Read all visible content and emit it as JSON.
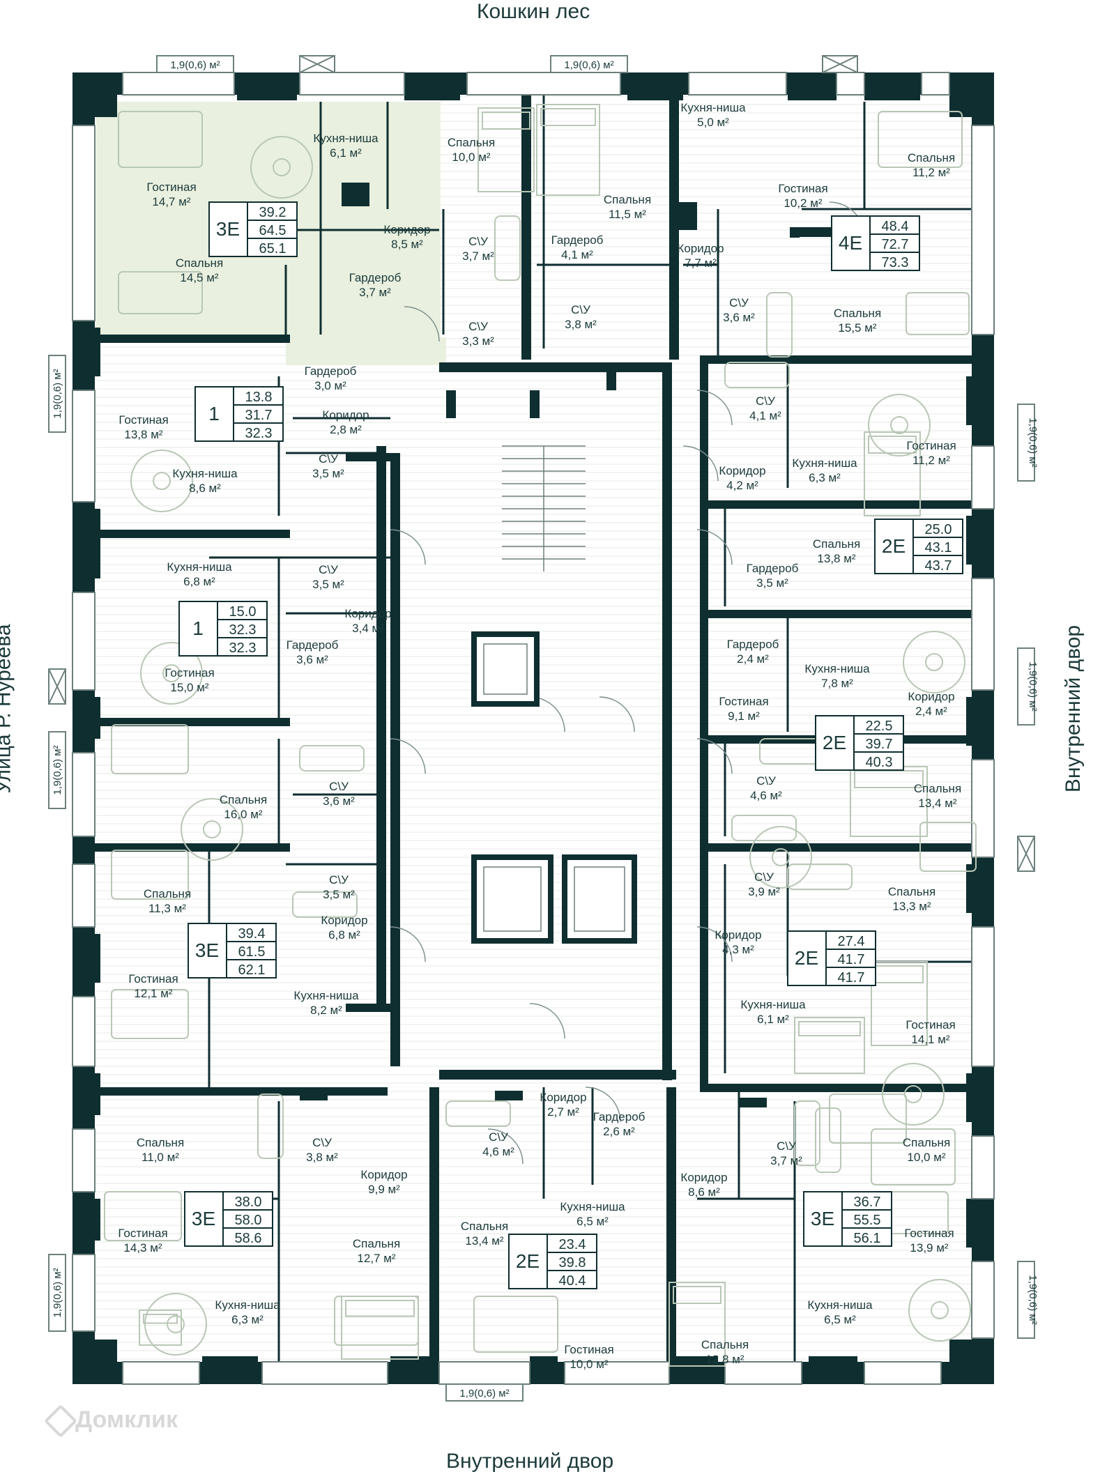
{
  "labels": {
    "top": "Кошкин лес",
    "left": "Улица Р. Нуреева",
    "right": "Внутренний двор",
    "bottom": "Внутренний двор",
    "watermark": "Домклик",
    "balcony": "1,9(0,6) м²"
  },
  "colors": {
    "wall": "#0f2e30",
    "highlight": "#e9f0df",
    "text": "#1c3a3a",
    "furniture": "#b9c7b6"
  },
  "apartments": [
    {
      "type": "3Е",
      "areas": [
        "39.2",
        "64.5",
        "65.1"
      ],
      "selected": true
    },
    {
      "type": "4Е",
      "areas": [
        "48.4",
        "72.7",
        "73.3"
      ]
    },
    {
      "type": "1",
      "areas": [
        "13.8",
        "31.7",
        "32.3"
      ]
    },
    {
      "type": "2Е",
      "areas": [
        "25.0",
        "43.1",
        "43.7"
      ]
    },
    {
      "type": "1",
      "areas": [
        "15.0",
        "32.3",
        "32.3"
      ]
    },
    {
      "type": "2Е",
      "areas": [
        "22.5",
        "39.7",
        "40.3"
      ]
    },
    {
      "type": "3Е",
      "areas": [
        "39.4",
        "61.5",
        "62.1"
      ]
    },
    {
      "type": "2Е",
      "areas": [
        "27.4",
        "41.7",
        "41.7"
      ]
    },
    {
      "type": "3Е",
      "areas": [
        "38.0",
        "58.0",
        "58.6"
      ]
    },
    {
      "type": "2Е",
      "areas": [
        "23.4",
        "39.8",
        "40.4"
      ]
    },
    {
      "type": "3Е",
      "areas": [
        "36.7",
        "55.5",
        "56.1"
      ]
    }
  ],
  "rooms": [
    {
      "name": "Гостиная",
      "area": "14,7 м²"
    },
    {
      "name": "Кухня-ниша",
      "area": "6,1 м²"
    },
    {
      "name": "Спальня",
      "area": "10,0 м²"
    },
    {
      "name": "Спальня",
      "area": "14,5 м²"
    },
    {
      "name": "Коридор",
      "area": "8,5 м²"
    },
    {
      "name": "С\\У",
      "area": "3,7 м²"
    },
    {
      "name": "Гардероб",
      "area": "3,7 м²"
    },
    {
      "name": "С\\У",
      "area": "3,3 м²"
    },
    {
      "name": "Спальня",
      "area": "11,5 м²"
    },
    {
      "name": "Кухня-ниша",
      "area": "5,0 м²"
    },
    {
      "name": "Гостиная",
      "area": "10,2 м²"
    },
    {
      "name": "Спальня",
      "area": "11,2 м²"
    },
    {
      "name": "Гардероб",
      "area": "4,1 м²"
    },
    {
      "name": "Коридор",
      "area": "7,7 м²"
    },
    {
      "name": "С\\У",
      "area": "3,8 м²"
    },
    {
      "name": "С\\У",
      "area": "3,6 м²"
    },
    {
      "name": "Спальня",
      "area": "15,5 м²"
    },
    {
      "name": "Гардероб",
      "area": "3,0 м²"
    },
    {
      "name": "Гостиная",
      "area": "13,8 м²"
    },
    {
      "name": "Коридор",
      "area": "2,8 м²"
    },
    {
      "name": "С\\У",
      "area": "3,5 м²"
    },
    {
      "name": "Кухня-ниша",
      "area": "8,6 м²"
    },
    {
      "name": "С\\У",
      "area": "4,1 м²"
    },
    {
      "name": "Гостиная",
      "area": "11,2 м²"
    },
    {
      "name": "Коридор",
      "area": "4,2 м²"
    },
    {
      "name": "Кухня-ниша",
      "area": "6,3 м²"
    },
    {
      "name": "Спальня",
      "area": "13,8 м²"
    },
    {
      "name": "Гардероб",
      "area": "3,5 м²"
    },
    {
      "name": "Кухня-ниша",
      "area": "6,8 м²"
    },
    {
      "name": "С\\У",
      "area": "3,5 м²"
    },
    {
      "name": "Коридор",
      "area": "3,4 м²"
    },
    {
      "name": "Гостиная",
      "area": "15,0 м²"
    },
    {
      "name": "Гардероб",
      "area": "3,6 м²"
    },
    {
      "name": "Гардероб",
      "area": "2,4 м²"
    },
    {
      "name": "Кухня-ниша",
      "area": "7,8 м²"
    },
    {
      "name": "Гостиная",
      "area": "9,1 м²"
    },
    {
      "name": "Коридор",
      "area": "2,4 м²"
    },
    {
      "name": "Спальня",
      "area": "16,0 м²"
    },
    {
      "name": "С\\У",
      "area": "3,6 м²"
    },
    {
      "name": "С\\У",
      "area": "4,6 м²"
    },
    {
      "name": "Спальня",
      "area": "13,4 м²"
    },
    {
      "name": "С\\У",
      "area": "3,5 м²"
    },
    {
      "name": "Спальня",
      "area": "11,3 м²"
    },
    {
      "name": "Коридор",
      "area": "6,8 м²"
    },
    {
      "name": "С\\У",
      "area": "3,9 м²"
    },
    {
      "name": "Спальня",
      "area": "13,3 м²"
    },
    {
      "name": "Коридор",
      "area": "4,3 м²"
    },
    {
      "name": "Гостиная",
      "area": "12,1 м²"
    },
    {
      "name": "Кухня-ниша",
      "area": "8,2 м²"
    },
    {
      "name": "Кухня-ниша",
      "area": "6,1 м²"
    },
    {
      "name": "Гостиная",
      "area": "14,1 м²"
    },
    {
      "name": "Коридор",
      "area": "2,7 м²"
    },
    {
      "name": "Гардероб",
      "area": "2,6 м²"
    },
    {
      "name": "С\\У",
      "area": "4,6 м²"
    },
    {
      "name": "С\\У",
      "area": "3,8 м²"
    },
    {
      "name": "Спальня",
      "area": "11,0 м²"
    },
    {
      "name": "Коридор",
      "area": "9,9 м²"
    },
    {
      "name": "С\\У",
      "area": "3,7 м²"
    },
    {
      "name": "Спальня",
      "area": "10,0 м²"
    },
    {
      "name": "Коридор",
      "area": "8,6 м²"
    },
    {
      "name": "Кухня-ниша",
      "area": "6,5 м²"
    },
    {
      "name": "Гостиная",
      "area": "14,3 м²"
    },
    {
      "name": "Спальня",
      "area": "12,7 м²"
    },
    {
      "name": "Спальня",
      "area": "13,4 м²"
    },
    {
      "name": "Гостиная",
      "area": "13,9 м²"
    },
    {
      "name": "Кухня-ниша",
      "area": "6,3 м²"
    },
    {
      "name": "Гостиная",
      "area": "10,0 м²"
    },
    {
      "name": "Спальня",
      "area": "12,8 м²"
    },
    {
      "name": "Кухня-ниша",
      "area": "6,5 м²"
    }
  ]
}
